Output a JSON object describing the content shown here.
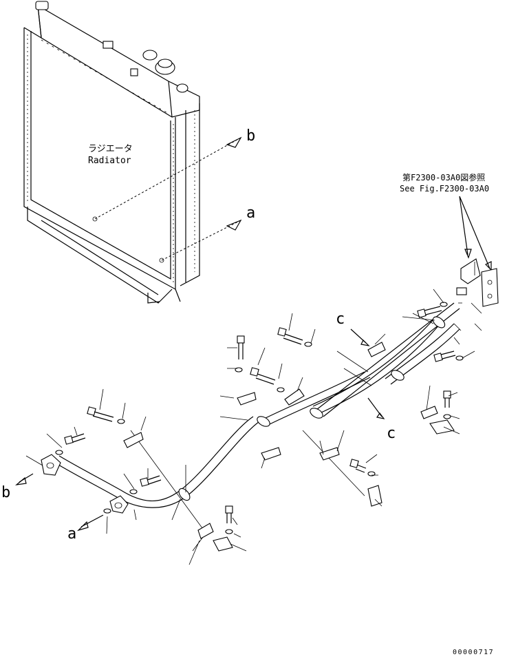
{
  "labels": {
    "radiator_jp": "ラジエータ",
    "radiator_en": "Radiator",
    "ref_jp": "第F2300-03A0図参照",
    "ref_en": "See Fig.F2300-03A0",
    "marker_a": "a",
    "marker_b": "b",
    "marker_c": "c",
    "drawing_number": "00000717"
  }
}
